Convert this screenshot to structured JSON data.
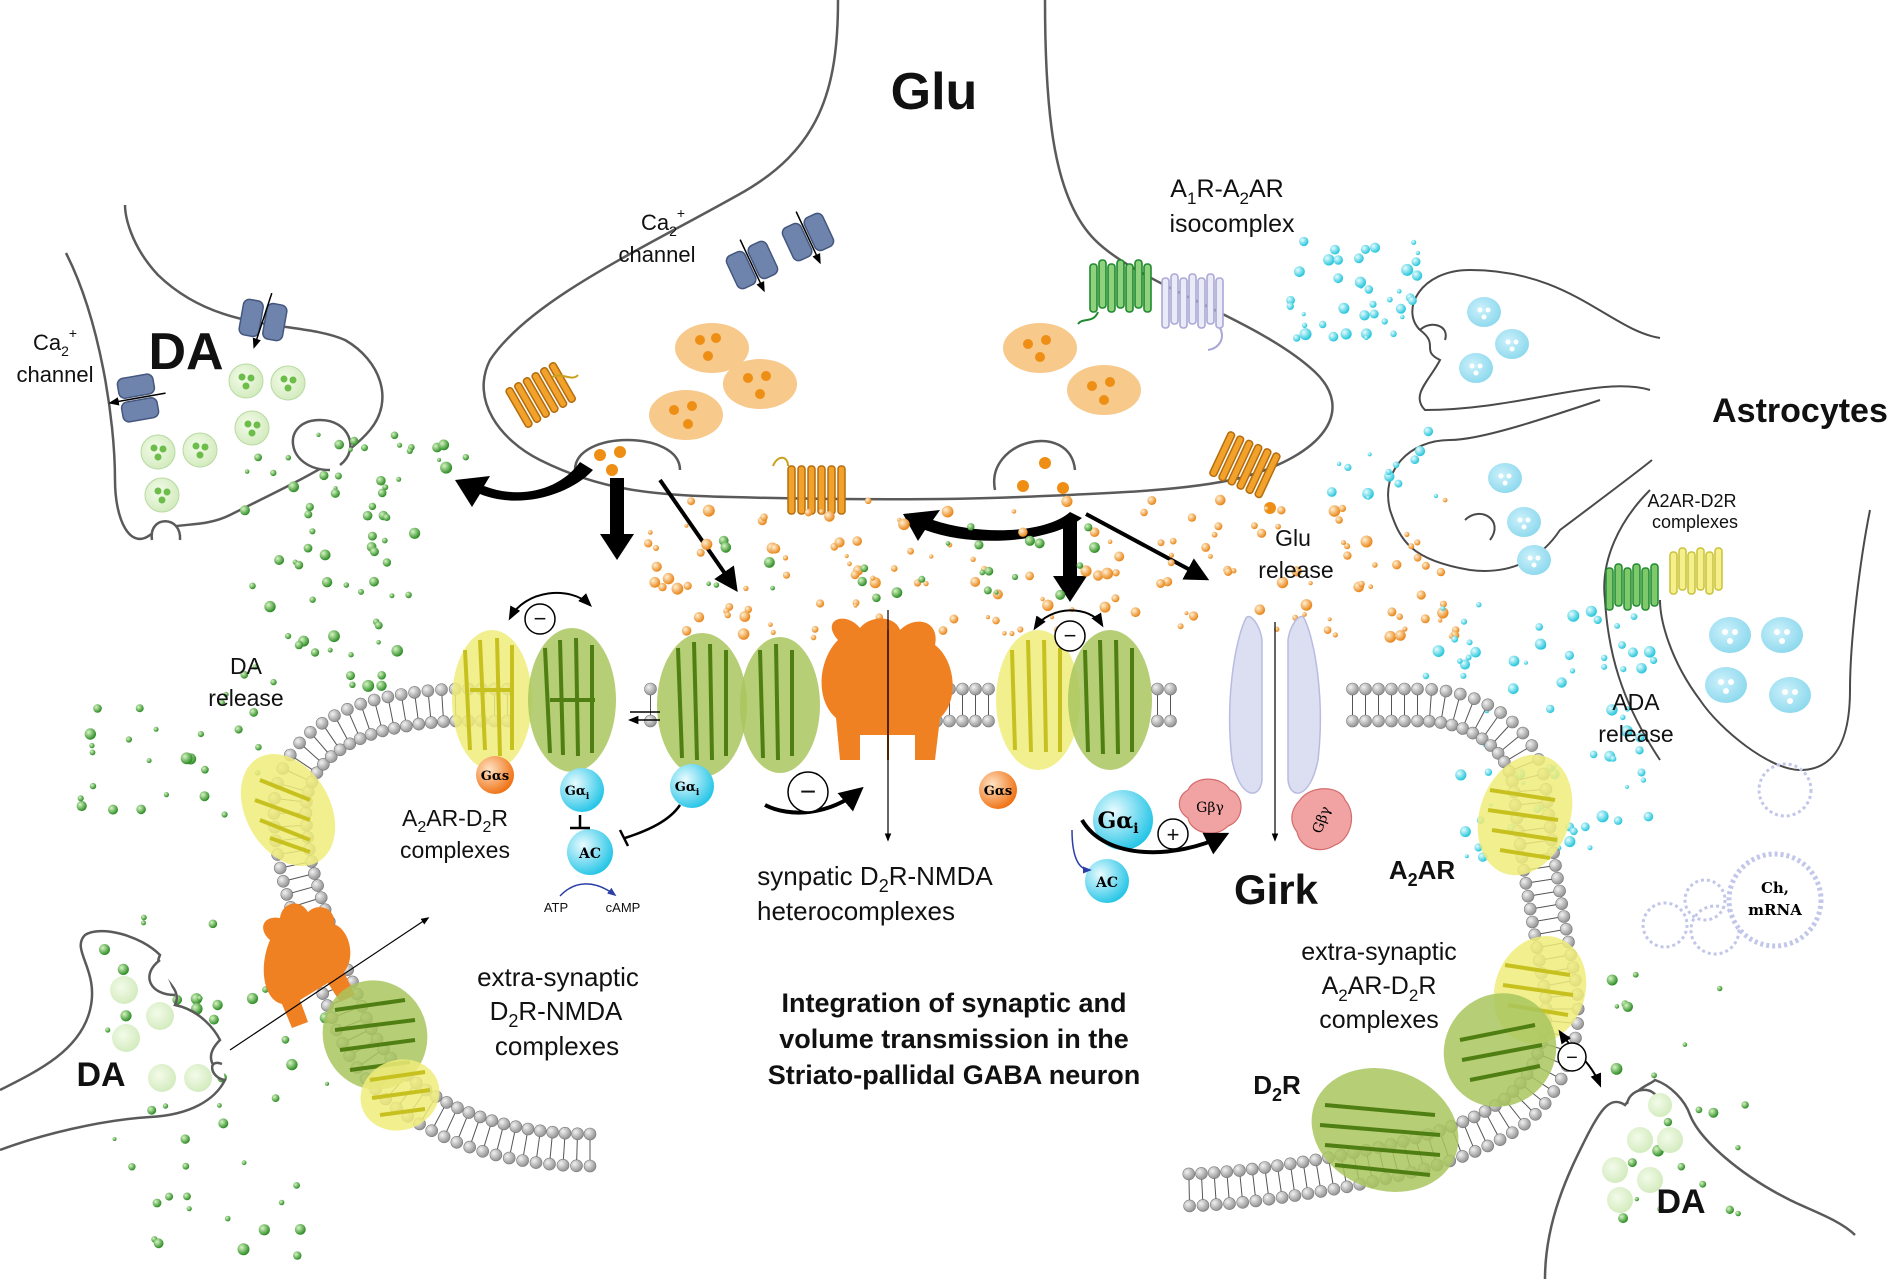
{
  "labels": {
    "glu": "Glu",
    "ca_channel_top_line1": "Ca",
    "ca_channel_top_sub": "2",
    "ca_channel_top_sup": "+",
    "ca_channel_top_line2": "channel",
    "ca_channel_left_line1": "Ca",
    "ca_channel_left_sub": "2",
    "ca_channel_left_sup": "+",
    "ca_channel_left_line2": "channel",
    "da_top": "DA",
    "da_bottom_left": "DA",
    "da_bottom_right": "DA",
    "isocomplex_line1_a": "A",
    "isocomplex_line1_sub1": "1",
    "isocomplex_line1_b": "R-A",
    "isocomplex_line1_sub2": "2",
    "isocomplex_line1_c": "AR",
    "isocomplex_line2": "isocomplex",
    "astrocytes": "Astrocytes",
    "a2ar_d2r_complexes_astro_line1": "A2AR-D2R",
    "a2ar_d2r_complexes_astro_line2": "complexes",
    "glu_release_line1": "Glu",
    "glu_release_line2": "release",
    "da_release_line1": "DA",
    "da_release_line2": "release",
    "ada_release_line1": "ADA",
    "ada_release_line2": "release",
    "a2ar_d2r_left_line1_a": "A",
    "a2ar_d2r_left_line1_sub1": "2",
    "a2ar_d2r_left_line1_b": "AR-D",
    "a2ar_d2r_left_line1_sub2": "2",
    "a2ar_d2r_left_line1_c": "R",
    "a2ar_d2r_left_line2": "complexes",
    "synaptic_line1_a": "synpatic D",
    "synaptic_line1_sub": "2",
    "synaptic_line1_b": "R-NMDA",
    "synaptic_line2": "heterocomplexes",
    "extra_d2r_nmda_line1": "extra-synaptic",
    "extra_d2r_nmda_line2_a": "D",
    "extra_d2r_nmda_line2_sub": "2",
    "extra_d2r_nmda_line2_b": "R-NMDA",
    "extra_d2r_nmda_line3": "complexes",
    "integration_line1": "Integration of synaptic and",
    "integration_line2": "volume transmission in the",
    "integration_line3": "Striato-pallidal GABA neuron",
    "extra_a2ar_line1": "extra-synaptic",
    "extra_a2ar_line2_a": "A",
    "extra_a2ar_line2_sub1": "2",
    "extra_a2ar_line2_b": "AR-D",
    "extra_a2ar_line2_sub2": "2",
    "extra_a2ar_line2_c": "R",
    "extra_a2ar_line3": "complexes",
    "a2ar_a": "A",
    "a2ar_sub": "2",
    "a2ar_b": "AR",
    "d2r_a": "D",
    "d2r_sub": "2",
    "d2r_b": "R",
    "girk": "Girk",
    "ac_left": "AC",
    "ac_right": "AC",
    "atp": "ATP",
    "camp": "cAMP",
    "g_alpha_s_left": "Gαs",
    "g_alpha_s_right": "Gαs",
    "g_alpha_i_left1": "Gα",
    "g_alpha_i_left1_sub": "i",
    "g_alpha_i_left2": "Gα",
    "g_alpha_i_left2_sub": "i",
    "g_alpha_i_right": "Gα",
    "g_alpha_i_right_sub": "i",
    "g_beta_gamma_1": "Gβγ",
    "g_beta_gamma_2": "Gβγ",
    "ch_mrna_line1": "Ch,",
    "ch_mrna_line2": "mRNA",
    "minus": "−",
    "plus": "+"
  },
  "colors": {
    "receptor_green": "#7aa628",
    "receptor_yellow": "#e2de2a",
    "nmda_orange": "#f08122",
    "vesicle_orange": "#f7c98a",
    "vesicle_dot": "#ef8e15",
    "da_dot_green": "#4caa3c",
    "astro_vesicle": "#9fdff0",
    "astro_dot": "#4ed6e6",
    "ca_channel_blue": "#6f84ad",
    "g_alpha_i": "#46d3ee",
    "g_alpha_s": "#f4811f",
    "g_beta_gamma": "#f1a2a2",
    "girk_channel": "#dcdff1",
    "membrane_head": "#a9a9a9",
    "exosome": "#c2c7ea"
  }
}
